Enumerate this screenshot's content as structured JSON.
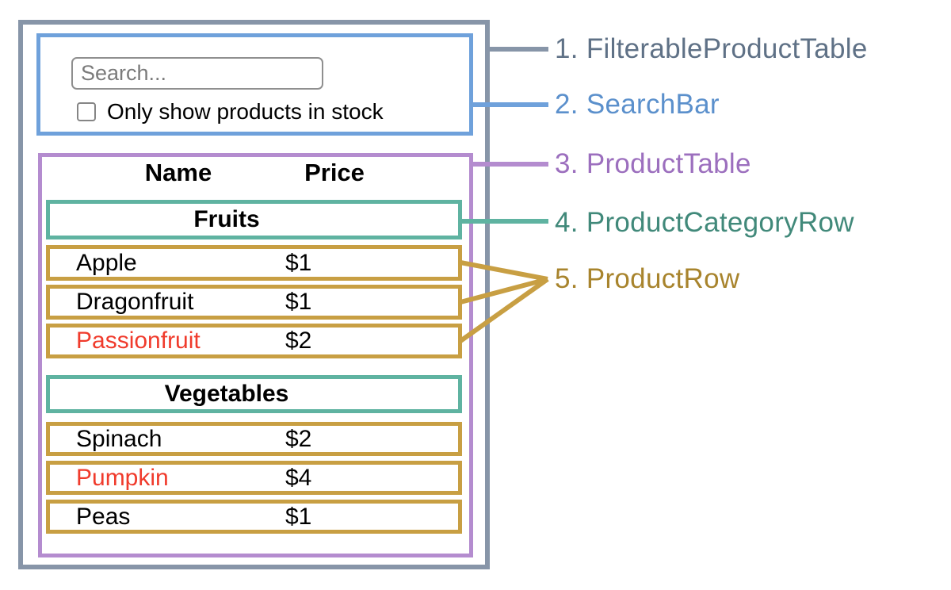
{
  "search_bar": {
    "placeholder": "Search...",
    "checkbox_label": "Only show products in stock",
    "checkbox_checked": false
  },
  "product_table": {
    "columns": [
      "Name",
      "Price"
    ],
    "sections": [
      {
        "category": "Fruits",
        "products": [
          {
            "name": "Apple",
            "price": "$1",
            "highlighted": false
          },
          {
            "name": "Dragonfruit",
            "price": "$1",
            "highlighted": false
          },
          {
            "name": "Passionfruit",
            "price": "$2",
            "highlighted": true
          }
        ]
      },
      {
        "category": "Vegetables",
        "products": [
          {
            "name": "Spinach",
            "price": "$2",
            "highlighted": false
          },
          {
            "name": "Pumpkin",
            "price": "$4",
            "highlighted": true
          },
          {
            "name": "Peas",
            "price": "$1",
            "highlighted": false
          }
        ]
      }
    ]
  },
  "legend": {
    "items": [
      {
        "label": "1. FilterableProductTable",
        "color": "#5F7186"
      },
      {
        "label": "2. SearchBar",
        "color": "#5B90CC"
      },
      {
        "label": "3. ProductTable",
        "color": "#9C6FBE"
      },
      {
        "label": "4. ProductCategoryRow",
        "color": "#41897A"
      },
      {
        "label": "5. ProductRow",
        "color": "#A8842D"
      }
    ]
  },
  "colors": {
    "filterable_product_table_outline": "#8795A8",
    "search_bar_outline": "#6FA1DB",
    "product_table_outline": "#B48CCF",
    "product_category_row_outline": "#5FB3A1",
    "product_row_outline": "#C89F43",
    "highlighted_text": "#F03B2C"
  }
}
